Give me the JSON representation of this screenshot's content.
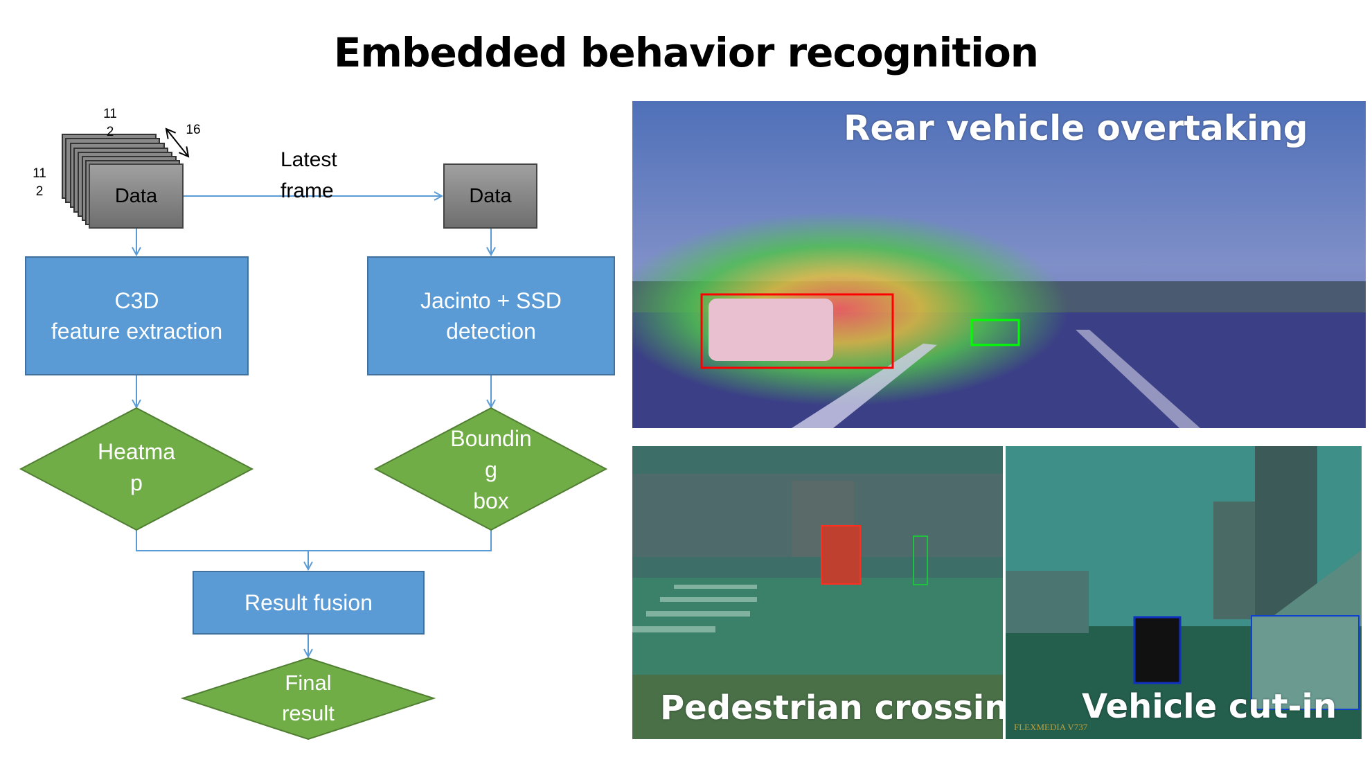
{
  "title": "Embedded behavior recognition",
  "flowchart": {
    "stack_dims": {
      "width": "112",
      "height": "112",
      "depth": "16"
    },
    "data_stack_label": "Data",
    "latest_frame_label": "Latest frame",
    "data_single_label": "Data",
    "c3d_box": [
      "C3D",
      "feature extraction"
    ],
    "detection_box": [
      "Jacinto + SSD",
      "detection"
    ],
    "heatmap_diamond": [
      "Heatma",
      "p"
    ],
    "bbox_diamond": [
      "Boundin",
      "g",
      "box"
    ],
    "fusion_box": "Result fusion",
    "final_diamond": [
      "Final",
      "result"
    ]
  },
  "photos": {
    "top_caption": "Rear vehicle overtaking",
    "bottom_left_caption": "Pedestrian crossing",
    "bottom_right_caption": "Vehicle cut-in",
    "bottom_right_watermark": "FLEXMEDIA V737"
  },
  "colors": {
    "process_blue": "#5b9bd5",
    "decision_green": "#70ad47",
    "arrow_blue": "#5b9bd5"
  }
}
